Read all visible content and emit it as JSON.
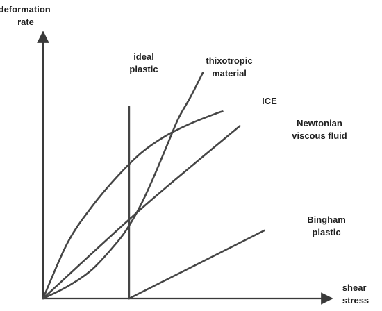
{
  "chart_data": {
    "type": "line",
    "xlabel": "shear stress",
    "ylabel": "deformation rate",
    "xlim": [
      0,
      100
    ],
    "ylim": [
      0,
      100
    ],
    "grid": false,
    "legend": "none",
    "series": [
      {
        "name": "ideal plastic",
        "points": [
          [
            35,
            0
          ],
          [
            35,
            79
          ]
        ]
      },
      {
        "name": "thixotropic material",
        "points": [
          [
            0,
            0
          ],
          [
            10,
            5
          ],
          [
            20,
            12
          ],
          [
            30,
            23
          ],
          [
            35,
            30
          ],
          [
            40,
            39
          ],
          [
            45,
            50
          ],
          [
            50,
            62
          ],
          [
            55,
            74
          ],
          [
            60,
            83
          ],
          [
            65,
            93
          ]
        ]
      },
      {
        "name": "ICE",
        "points": [
          [
            0,
            0
          ],
          [
            10,
            23
          ],
          [
            20,
            38
          ],
          [
            30,
            50
          ],
          [
            40,
            60
          ],
          [
            50,
            67
          ],
          [
            60,
            72
          ],
          [
            70,
            76
          ],
          [
            73,
            77
          ]
        ]
      },
      {
        "name": "Newtonian viscous fluid",
        "points": [
          [
            0,
            0
          ],
          [
            40,
            37
          ],
          [
            80,
            71
          ]
        ]
      },
      {
        "name": "Bingham plastic",
        "points": [
          [
            35,
            0
          ],
          [
            90,
            28
          ]
        ]
      }
    ]
  }
}
